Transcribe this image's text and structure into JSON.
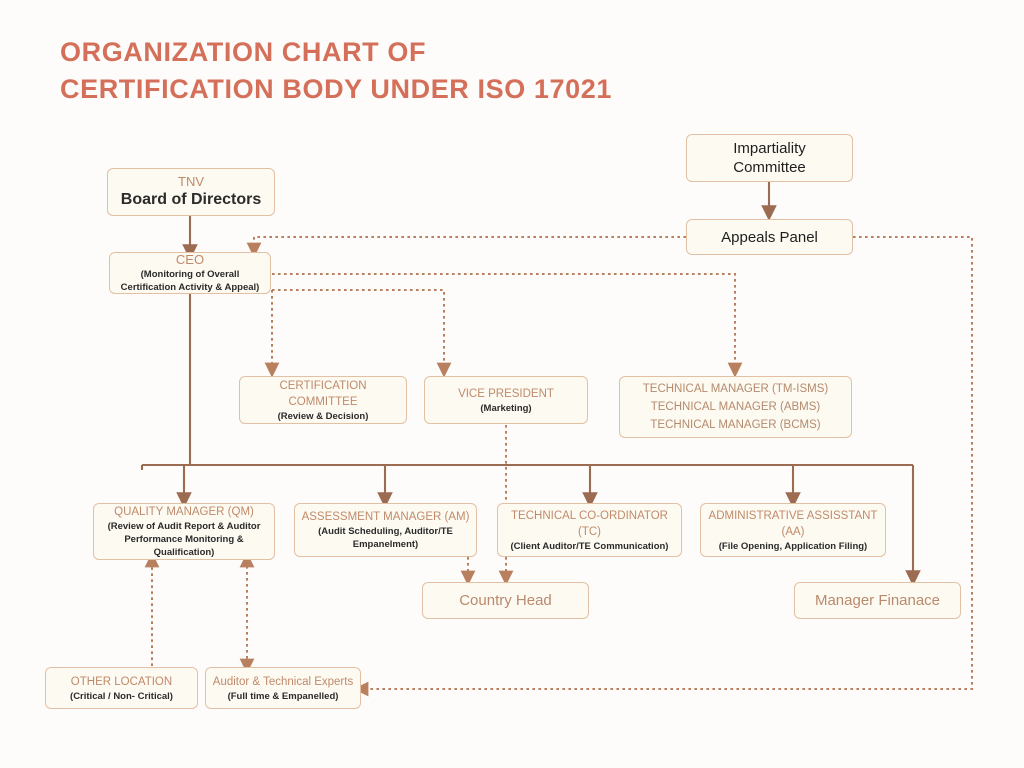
{
  "title": {
    "line1": "ORGANIZATION CHART OF",
    "line2": "CERTIFICATION BODY UNDER ISO 17021",
    "color": "#d4705a"
  },
  "theme": {
    "background": "#fdfcfa",
    "node_fill": "#fdfaf2",
    "node_border": "#e2c0a4",
    "solid_connector": "#9b6b52",
    "dotted_connector": "#b9805f",
    "heading_color": "#c08a6a",
    "body_color": "#2b2b2b"
  },
  "nodes": {
    "board": {
      "eyebrow": "TNV",
      "title": "Board of Directors"
    },
    "ceo": {
      "title": "CEO",
      "sub1": "(Monitoring of Overall",
      "sub2": "Certification Activity & Appeal)"
    },
    "impartiality": {
      "line1": "Impartiality",
      "line2": "Committee"
    },
    "appeals": {
      "title": "Appeals Panel"
    },
    "certification_committee": {
      "title": "CERTIFICATION COMMITTEE",
      "sub": "(Review & Decision)"
    },
    "vice_president": {
      "title": "VICE PRESIDENT",
      "sub": "(Marketing)"
    },
    "technical_managers": {
      "lines": [
        "TECHNICAL MANAGER (TM-ISMS)",
        "TECHNICAL MANAGER (ABMS)",
        "TECHNICAL MANAGER (BCMS)"
      ]
    },
    "quality_manager": {
      "title": "QUALITY MANAGER (QM)",
      "sub1": "(Review of Audit Report & Auditor",
      "sub2": "Performance Monitoring & Qualification)"
    },
    "assessment_manager": {
      "title": "ASSESSMENT MANAGER (AM)",
      "sub": "(Audit Scheduling, Auditor/TE Empanelment)"
    },
    "technical_coordinator": {
      "title": "TECHNICAL CO-ORDINATOR (TC)",
      "sub": "(Client Auditor/TE Communication)"
    },
    "administrative_assistant": {
      "title1": "ADMINISTRATIVE ASSISSTANT",
      "title2": "(AA)",
      "sub": "(File Opening, Application Filing)"
    },
    "country_head": {
      "title": "Country Head"
    },
    "manager_finance": {
      "title": "Manager Finanace"
    },
    "other_location": {
      "title": "OTHER LOCATION",
      "sub": "(Critical / Non- Critical)"
    },
    "auditor_experts": {
      "title": "Auditor & Technical Experts",
      "sub": "(Full time  & Empanelled)"
    }
  },
  "connections": [
    {
      "from": "board",
      "to": "ceo",
      "style": "solid"
    },
    {
      "from": "impartiality",
      "to": "appeals",
      "style": "solid"
    },
    {
      "from": "appeals",
      "to": "ceo",
      "style": "dotted"
    },
    {
      "from": "ceo",
      "to": "certification_committee",
      "style": "dotted"
    },
    {
      "from": "ceo",
      "to": "vice_president",
      "style": "dotted"
    },
    {
      "from": "ceo",
      "to": "technical_managers",
      "style": "dotted"
    },
    {
      "from": "ceo",
      "to": "quality_manager",
      "style": "solid"
    },
    {
      "from": "ceo",
      "to": "assessment_manager",
      "style": "solid"
    },
    {
      "from": "ceo",
      "to": "technical_coordinator",
      "style": "solid"
    },
    {
      "from": "ceo",
      "to": "administrative_assistant",
      "style": "solid"
    },
    {
      "from": "ceo",
      "to": "manager_finance",
      "style": "solid"
    },
    {
      "from": "assessment_manager",
      "to": "country_head",
      "style": "dotted"
    },
    {
      "from": "vice_president",
      "to": "country_head",
      "style": "dotted"
    },
    {
      "from": "quality_manager",
      "to": "other_location",
      "style": "dotted"
    },
    {
      "from": "quality_manager",
      "to": "auditor_experts",
      "style": "dotted-bidirectional"
    },
    {
      "from": "appeals",
      "to": "auditor_experts",
      "style": "dotted"
    }
  ]
}
